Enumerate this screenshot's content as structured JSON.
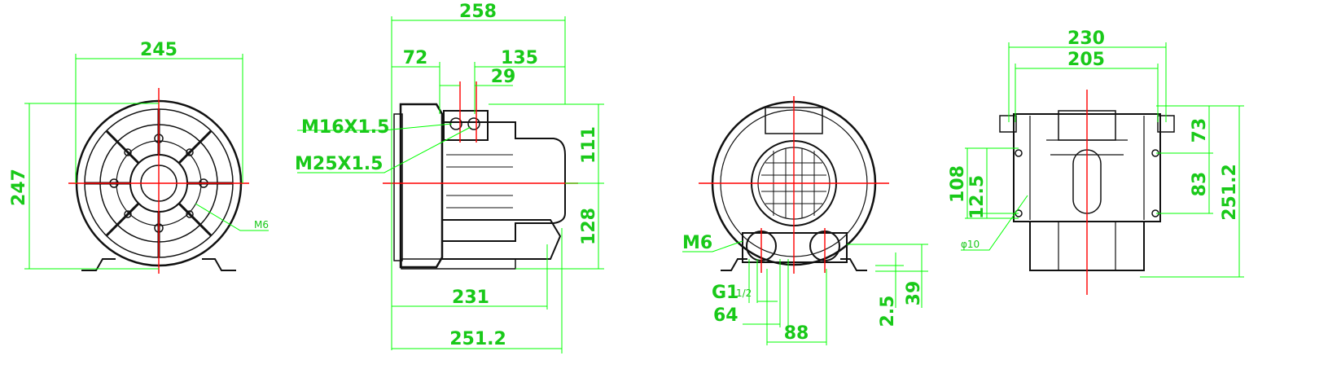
{
  "colors": {
    "dimension": "#00ff00",
    "dimension_text": "#19c919",
    "centerline": "#ff0000",
    "outline": "#111111"
  },
  "view1": {
    "width": "245",
    "height": "247",
    "thread": "M6"
  },
  "view2": {
    "overall": "258",
    "d72": "72",
    "d135": "135",
    "d29": "29",
    "d111": "111",
    "d128": "128",
    "d231": "231",
    "d251": "251.2",
    "cable1": "M16X1.5",
    "cable2": "M25X1.5"
  },
  "view3": {
    "thread": "M6",
    "port": "G1",
    "port_sup": "1/2",
    "d64": "64",
    "d88": "88",
    "d2_5": "2.5",
    "d39": "39"
  },
  "view4": {
    "d230": "230",
    "d205": "205",
    "d73": "73",
    "d83": "83",
    "d251": "251.2",
    "d108": "108",
    "d12_5": "12.5",
    "hole": "φ10"
  }
}
